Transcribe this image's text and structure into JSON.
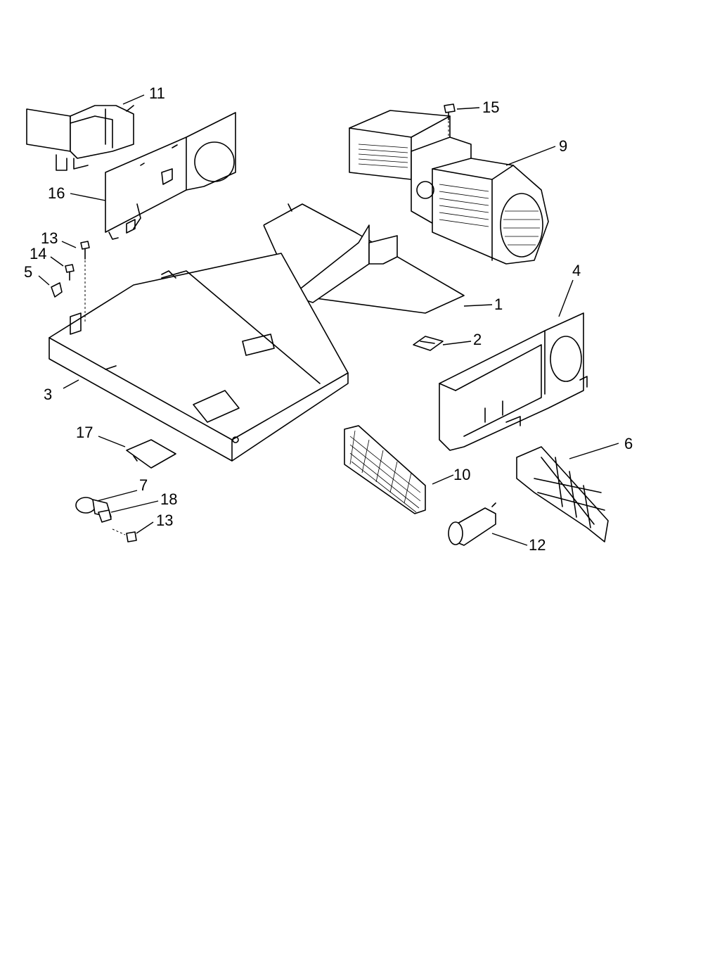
{
  "diagram": {
    "type": "exploded-parts-view",
    "callouts": [
      {
        "id": "c11",
        "label": "11"
      },
      {
        "id": "c15",
        "label": "15"
      },
      {
        "id": "c9",
        "label": "9"
      },
      {
        "id": "c16",
        "label": "16"
      },
      {
        "id": "c13a",
        "label": "13"
      },
      {
        "id": "c14",
        "label": "14"
      },
      {
        "id": "c5",
        "label": "5"
      },
      {
        "id": "c1",
        "label": "1"
      },
      {
        "id": "c4",
        "label": "4"
      },
      {
        "id": "c2",
        "label": "2"
      },
      {
        "id": "c3",
        "label": "3"
      },
      {
        "id": "c17",
        "label": "17"
      },
      {
        "id": "c6",
        "label": "6"
      },
      {
        "id": "c10",
        "label": "10"
      },
      {
        "id": "c7",
        "label": "7"
      },
      {
        "id": "c18",
        "label": "18"
      },
      {
        "id": "c13b",
        "label": "13"
      },
      {
        "id": "c12",
        "label": "12"
      }
    ],
    "colors": {
      "line": "#000000",
      "background": "#ffffff"
    }
  }
}
